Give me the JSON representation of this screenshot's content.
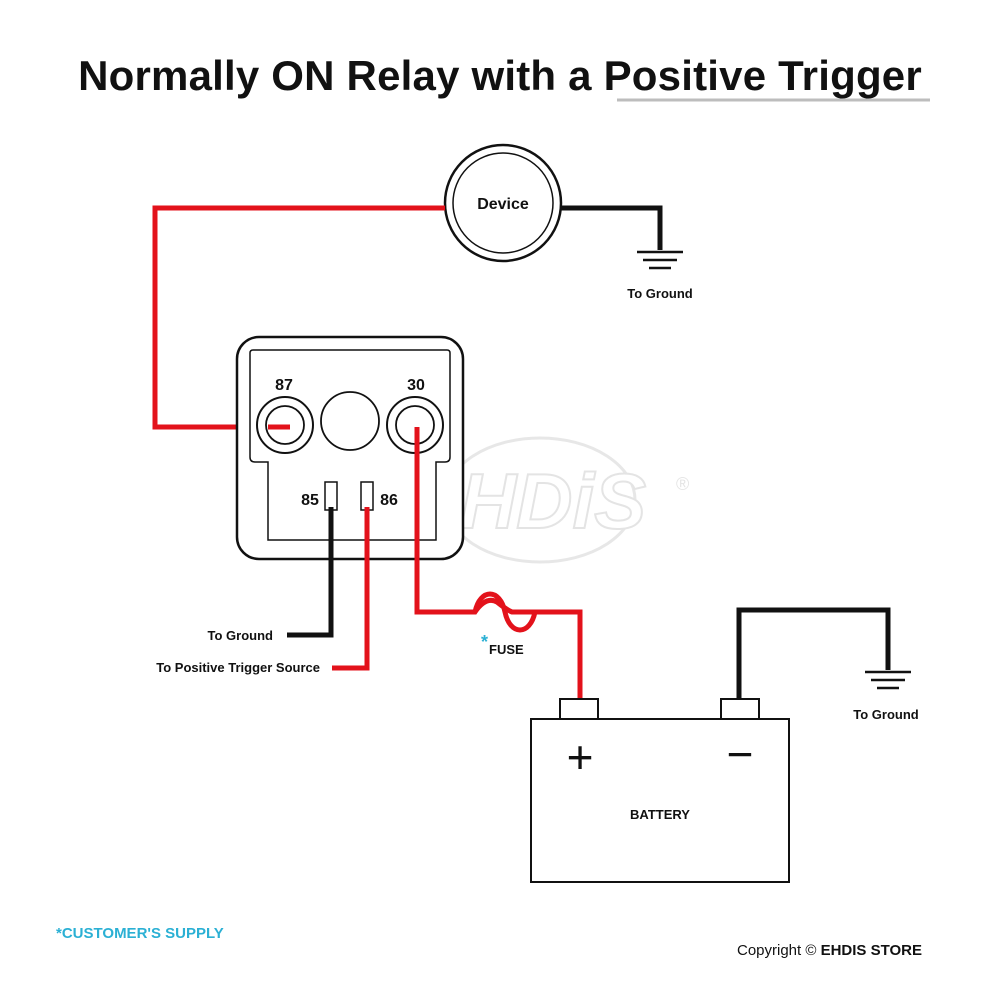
{
  "title": {
    "part1": "Normally ON Relay with a ",
    "part2": "Positive Trigger"
  },
  "device": {
    "label": "Device"
  },
  "grounds": {
    "device_ground": "To Ground",
    "relay_ground": "To Ground",
    "battery_ground": "To Ground"
  },
  "relay": {
    "pins": [
      "87",
      "30",
      "85",
      "86"
    ]
  },
  "trigger": {
    "label": "To Positive Trigger Source"
  },
  "fuse": {
    "asterisk": "*",
    "label": "FUSE"
  },
  "battery": {
    "label": "BATTERY",
    "plus": "+",
    "minus": "−"
  },
  "watermark": {
    "text": "EHDiS",
    "registered": "®"
  },
  "footer": {
    "customer_supply": "*CUSTOMER'S SUPPLY",
    "copyright_prefix": "Copyright © ",
    "copyright_owner": "EHDIS STORE"
  },
  "colors": {
    "positive_wire": "#e3121b",
    "ground_wire": "#111111",
    "accent": "#2bb0d4",
    "underline": "#bdbdbd"
  }
}
